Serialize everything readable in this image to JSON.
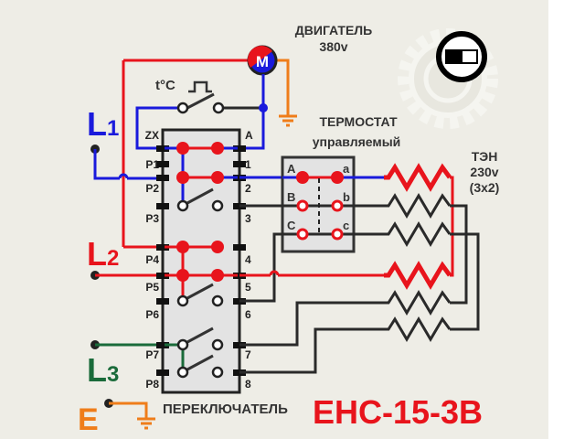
{
  "title": "ЕНС-15-3В",
  "switch_label": "ПЕРЕКЛЮЧАТЕЛЬ",
  "motor": {
    "title": "ДВИГАТЕЛЬ",
    "voltage": "380v",
    "symbol": "M"
  },
  "thermostat": {
    "title": "ТЕРМОСТАТ",
    "subtitle": "управляемый",
    "pins_left": [
      "A",
      "B",
      "C"
    ],
    "pins_right": [
      "a",
      "b",
      "c"
    ]
  },
  "heater": {
    "title": "ТЭН",
    "voltage": "230v",
    "config": "(3x2)"
  },
  "temp_switch": {
    "label": "t°C"
  },
  "phases": {
    "l1": "L",
    "l1_sub": "1",
    "l2": "L",
    "l2_sub": "2",
    "l3": "L",
    "l3_sub": "3",
    "earth": "E"
  },
  "switch_pins_left": [
    "ZX",
    "P1",
    "P2",
    "P3",
    "P4",
    "P5",
    "P6",
    "P7",
    "P8"
  ],
  "switch_pins_right": [
    "A",
    "1",
    "2",
    "3",
    "4",
    "5",
    "6",
    "7",
    "8"
  ],
  "icons": {
    "logo": "toggle-switch-icon",
    "gear": "gear-watermark-icon"
  },
  "colors": {
    "background": "#eeede6",
    "l1": "#1a1adc",
    "l2": "#e8141c",
    "l3": "#1a6b3a",
    "earth": "#ef7d1a",
    "wire": "#2a2a2a",
    "box": "#e3e3e3"
  }
}
